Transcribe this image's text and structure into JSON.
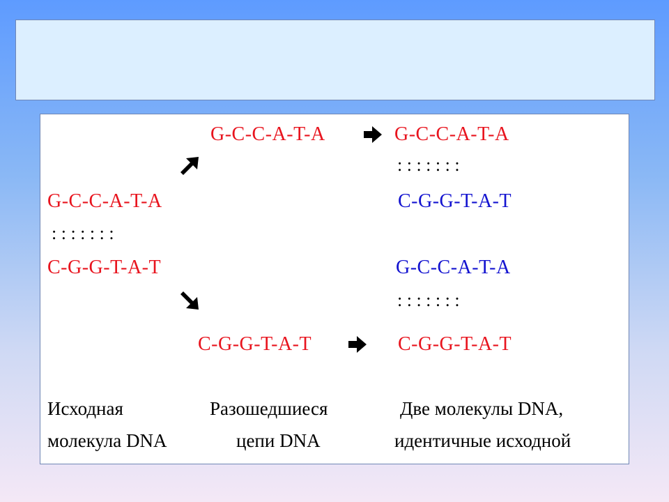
{
  "title": "",
  "strands": {
    "top_separated": "G-C-C-A-T-A",
    "top_right_new_top": "G-C-C-A-T-A",
    "top_right_new_bottom": "C-G-G-T-A-T",
    "original_top": "G-C-C-A-T-A",
    "original_bottom": "C-G-G-T-A-T",
    "bottom_right_top": "G-C-C-A-T-A",
    "bottom_separated": "C-G-G-T-A-T",
    "bottom_right_bottom": "C-G-G-T-A-T"
  },
  "bonds": {
    "original": ": : : : : : :",
    "top_right": ": : : : : : :",
    "bottom_right": ": : : : : : :"
  },
  "captions": {
    "original_line1": "Исходная",
    "original_line2": "молекула DNA",
    "separated_line1": "Разошедшиеся",
    "separated_line2": "цепи DNA",
    "result_line1": "Две молекулы DNA,",
    "result_line2": "идентичные исходной"
  },
  "icons": {
    "arrow_up_right": "arrow-up-right-icon",
    "arrow_down_right": "arrow-down-right-icon",
    "arrow_right": "arrow-right-icon"
  },
  "colors": {
    "parent_strand": "#e8141e",
    "new_strand": "#1414d0"
  }
}
